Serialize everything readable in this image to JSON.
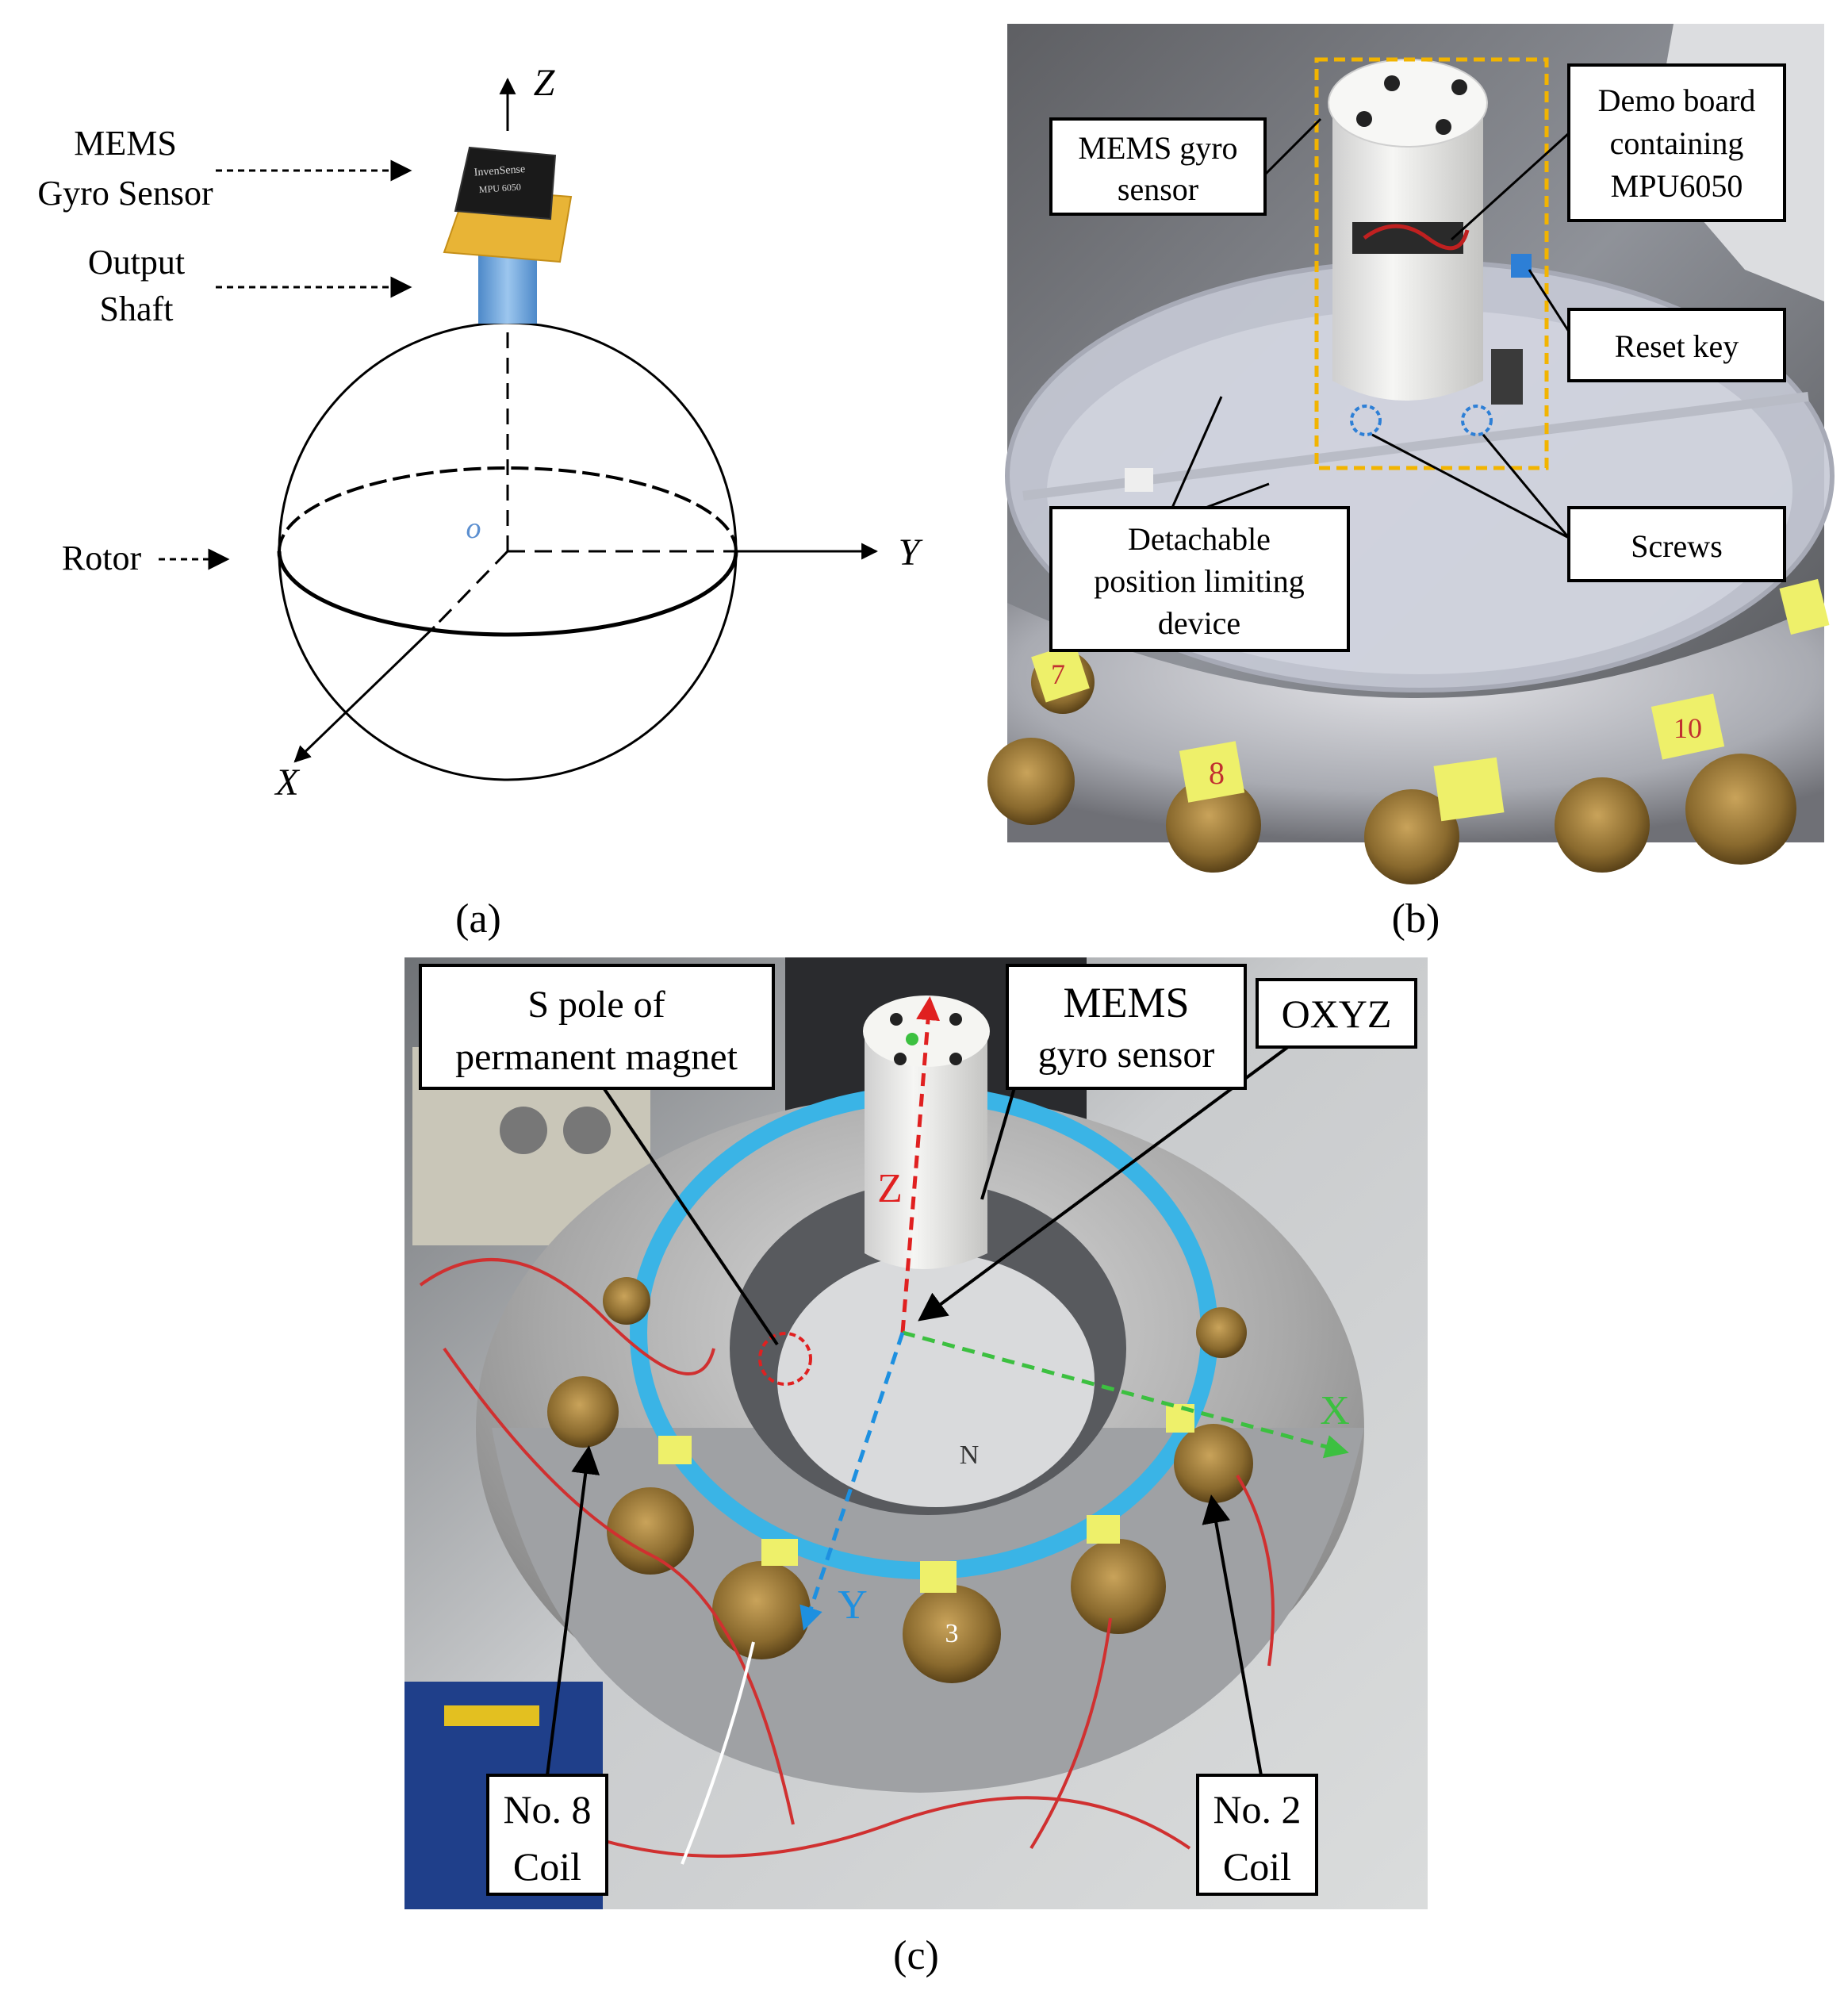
{
  "panel_a": {
    "sensor_label_line1": "MEMS",
    "sensor_label_line2": "Gyro Sensor",
    "shaft_label_line1": "Output",
    "shaft_label_line2": "Shaft",
    "rotor_label": "Rotor",
    "axis_z": "Z",
    "axis_y": "Y",
    "axis_x": "X",
    "origin": "o",
    "chip_brand": "InvenSense",
    "chip_model": "MPU 6050",
    "caption": "(a)"
  },
  "panel_b": {
    "callout_gyro_line1": "MEMS gyro",
    "callout_gyro_line2": "sensor",
    "callout_demo_line1": "Demo board",
    "callout_demo_line2": "containing",
    "callout_demo_line3": "MPU6050",
    "callout_reset": "Reset key",
    "callout_screws": "Screws",
    "callout_limit_line1": "Detachable",
    "callout_limit_line2": "position limiting",
    "callout_limit_line3": "device",
    "tag_7": "7",
    "tag_8": "8",
    "tag_10": "10",
    "caption": "(b)"
  },
  "panel_c": {
    "callout_spole_line1": "S pole of",
    "callout_spole_line2": "permanent magnet",
    "callout_gyro_line1": "MEMS",
    "callout_gyro_line2": "gyro sensor",
    "callout_frame": "OXYZ",
    "callout_coil8_line1": "No. 8",
    "callout_coil8_line2": "Coil",
    "callout_coil2_line1": "No. 2",
    "callout_coil2_line2": "Coil",
    "axis_z": "Z",
    "axis_x": "X",
    "axis_y": "Y",
    "pole_n": "N",
    "tag_3": "3",
    "caption": "(c)"
  },
  "colors": {
    "shaft_blue": "#6fa6d9",
    "origin_blue": "#5b8fd0",
    "frame_orange": "#f2b400",
    "axis_red": "#e02020",
    "axis_green": "#3cc040",
    "axis_blue": "#1e90e0",
    "ring_cyan": "#3ab4e6",
    "sticky_yellow": "#eef06a"
  }
}
